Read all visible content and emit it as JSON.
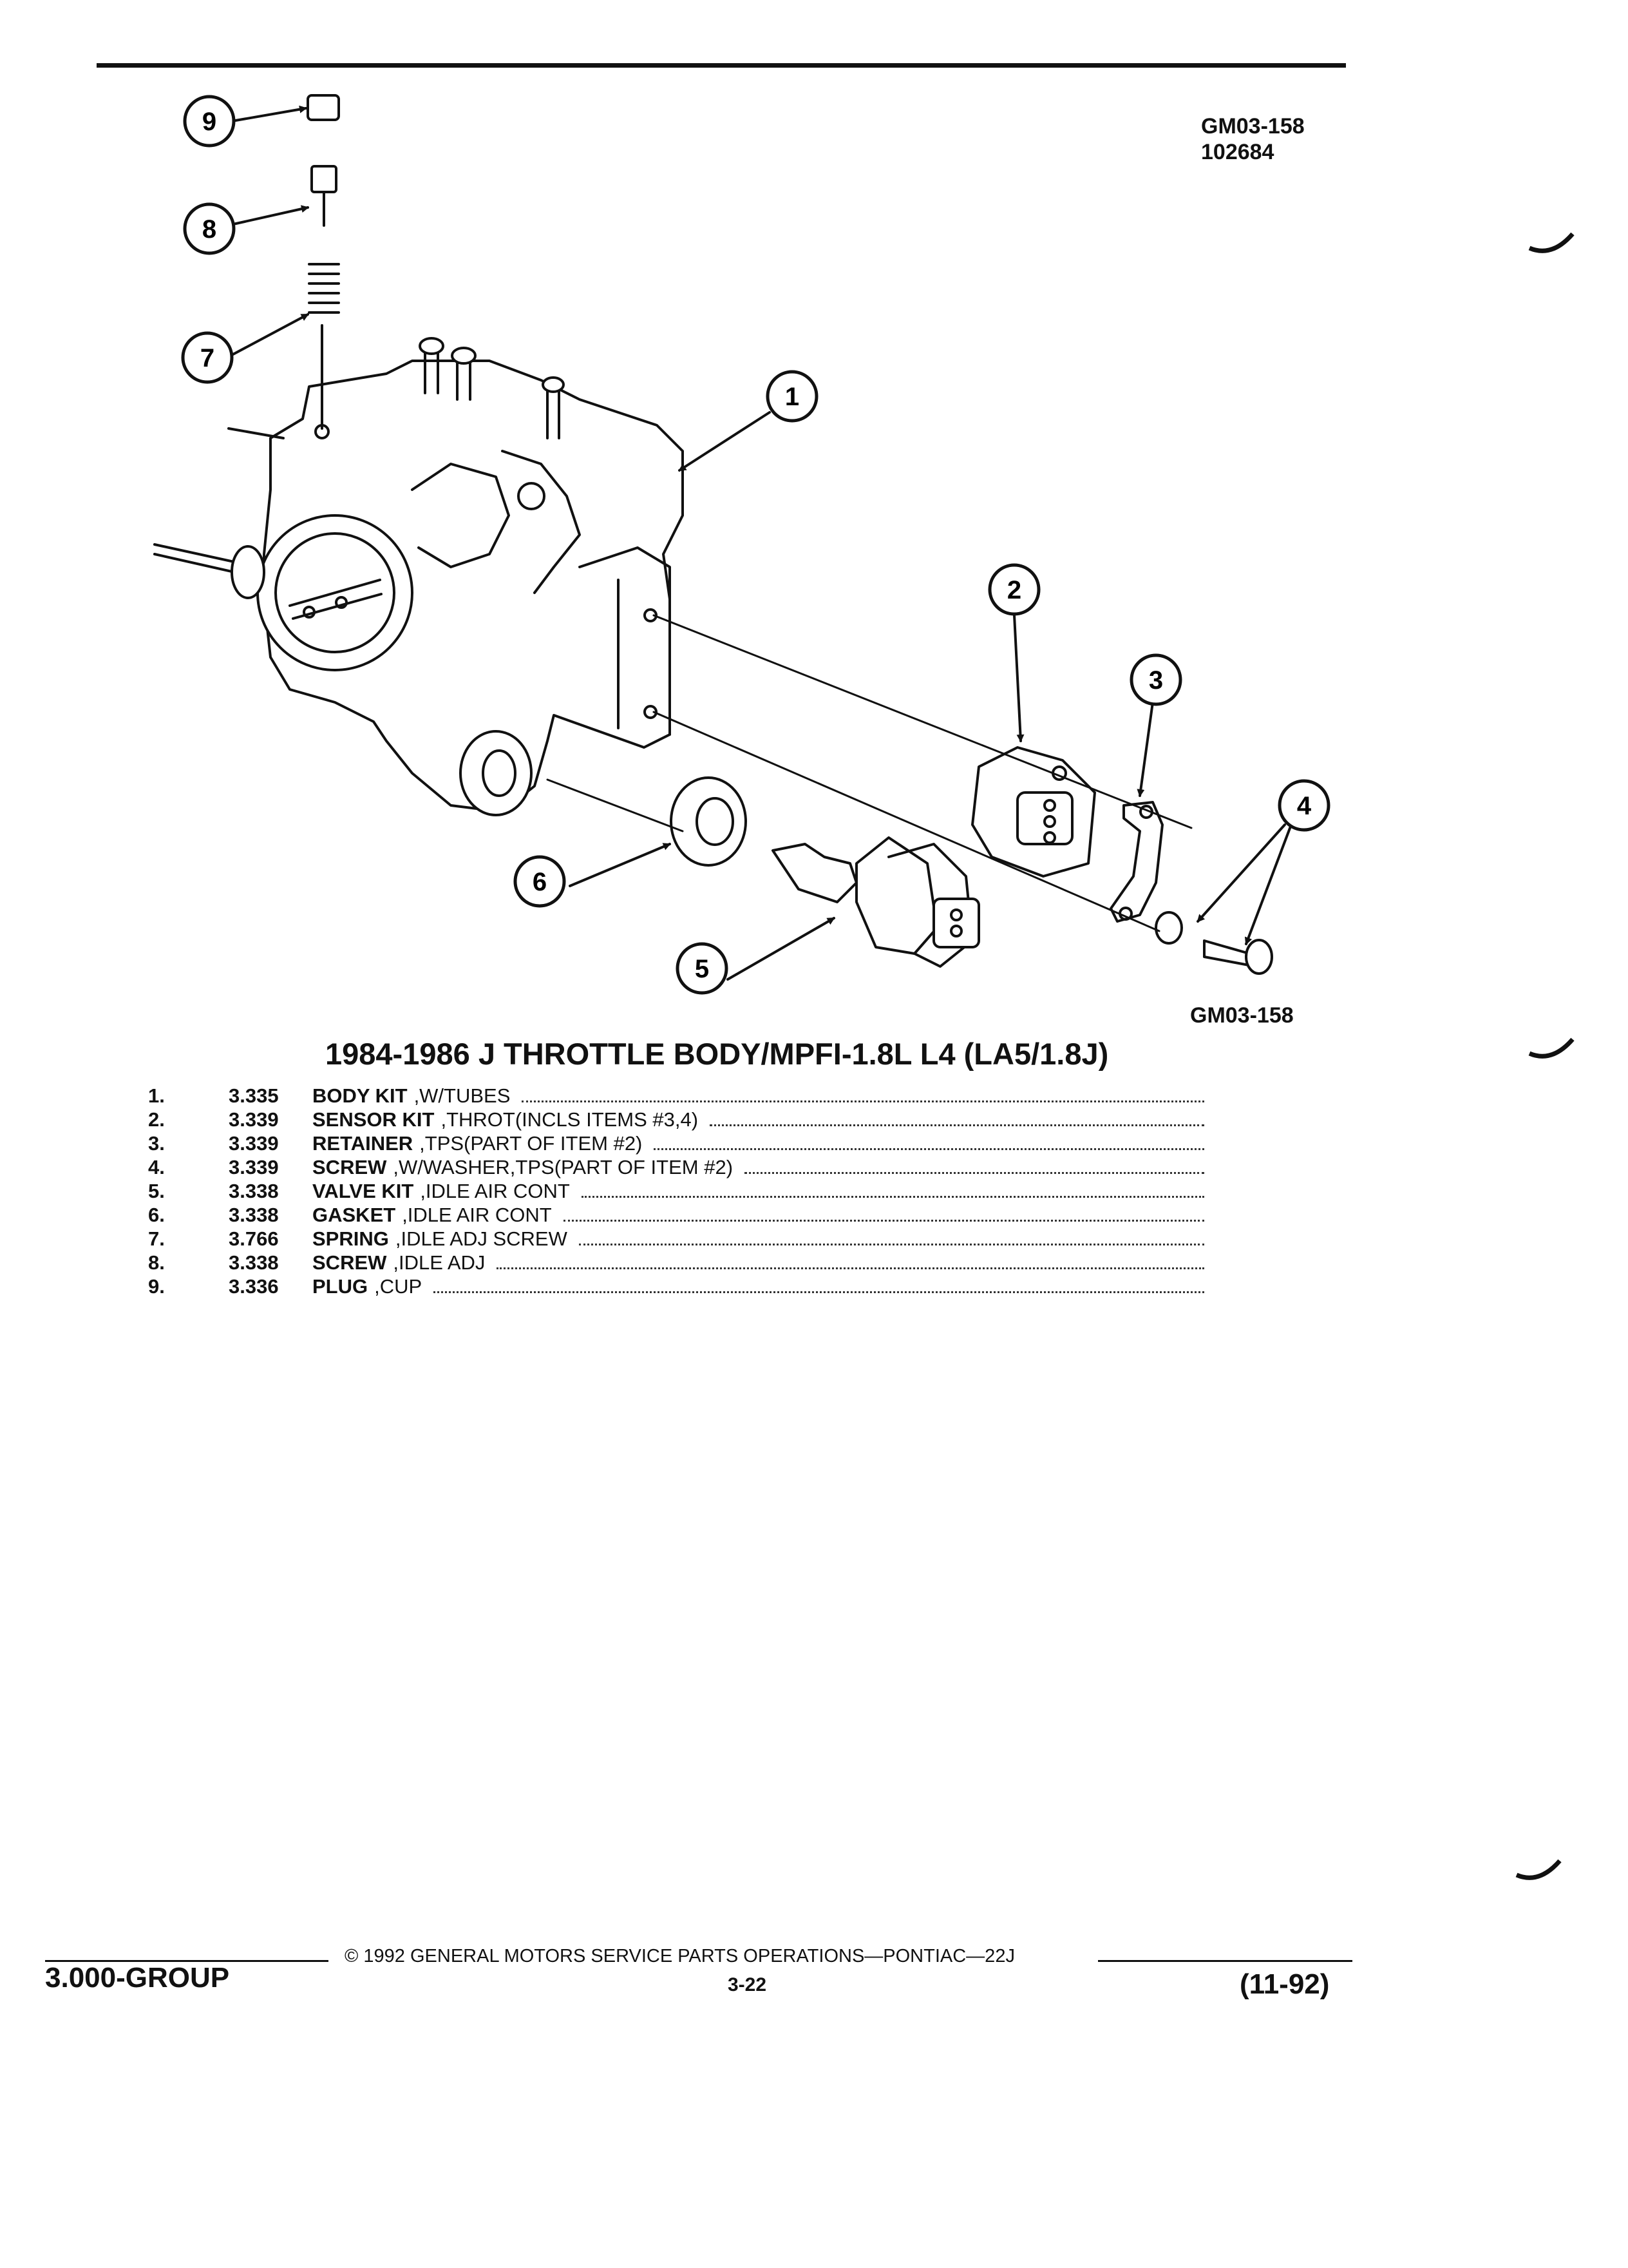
{
  "figure_ref_top": [
    "GM03-158",
    "102684"
  ],
  "figure_ref_bottom": "GM03-158",
  "callouts": [
    "1",
    "2",
    "3",
    "4",
    "5",
    "6",
    "7",
    "8",
    "9"
  ],
  "title": "1984-1986 J THROTTLE BODY/MPFI-1.8L L4 (LA5/1.8J)",
  "parts": [
    {
      "num": "1.",
      "group": "3.335",
      "name": "BODY KIT",
      "desc": ",W/TUBES"
    },
    {
      "num": "2.",
      "group": "3.339",
      "name": "SENSOR KIT",
      "desc": ",THROT(INCLS ITEMS #3,4)"
    },
    {
      "num": "3.",
      "group": "3.339",
      "name": "RETAINER",
      "desc": ",TPS(PART OF ITEM #2)"
    },
    {
      "num": "4.",
      "group": "3.339",
      "name": "SCREW",
      "desc": ",W/WASHER,TPS(PART OF ITEM #2)"
    },
    {
      "num": "5.",
      "group": "3.338",
      "name": "VALVE KIT",
      "desc": ",IDLE AIR CONT"
    },
    {
      "num": "6.",
      "group": "3.338",
      "name": "GASKET",
      "desc": ",IDLE AIR CONT"
    },
    {
      "num": "7.",
      "group": "3.766",
      "name": "SPRING",
      "desc": ",IDLE ADJ SCREW"
    },
    {
      "num": "8.",
      "group": "3.338",
      "name": "SCREW",
      "desc": ",IDLE ADJ"
    },
    {
      "num": "9.",
      "group": "3.336",
      "name": "PLUG",
      "desc": ",CUP"
    }
  ],
  "footer": {
    "group": "3.000-GROUP",
    "copyright": "© 1992 GENERAL MOTORS SERVICE PARTS OPERATIONS—PONTIAC—22J",
    "page": "3-22",
    "date": "(11-92)"
  }
}
